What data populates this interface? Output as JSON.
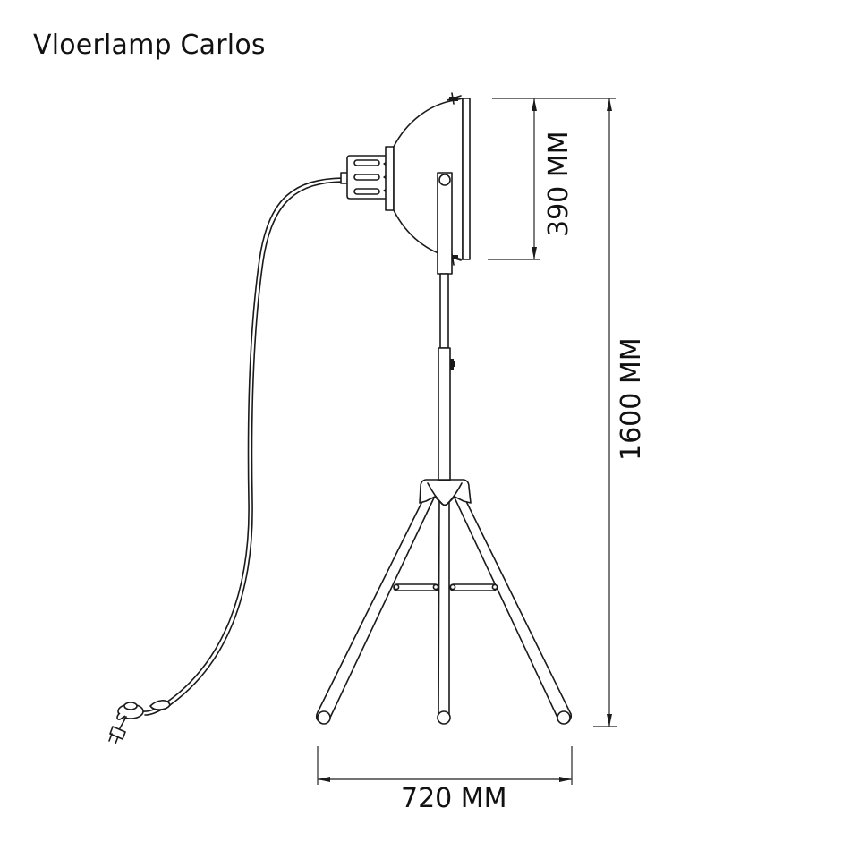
{
  "title": "Vloerlamp Carlos",
  "dimensions": {
    "shade_height": {
      "value": 390,
      "unit": "MM",
      "label": "390 MM"
    },
    "total_height": {
      "value": 1600,
      "unit": "MM",
      "label": "1600 MM"
    },
    "base_width": {
      "value": 720,
      "unit": "MM",
      "label": "720 MM"
    }
  },
  "drawing": {
    "subject": "tripod floor lamp",
    "parts": [
      "shade",
      "lamp-holder",
      "power-cord",
      "inline-switch",
      "plug",
      "telescopic-pole",
      "height-knob",
      "tripod-head",
      "tripod-legs",
      "leg-braces"
    ]
  },
  "colors": {
    "line": "#1a1a1a",
    "background": "#ffffff"
  }
}
